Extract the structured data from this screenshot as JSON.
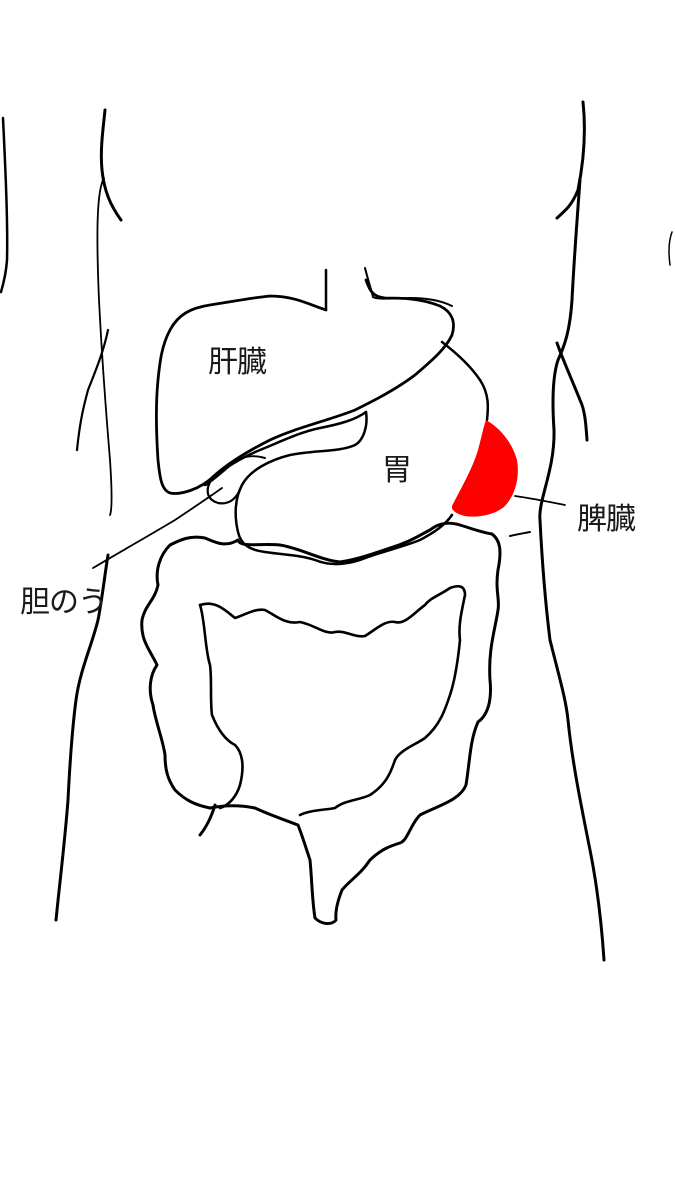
{
  "diagram": {
    "type": "anatomical line drawing",
    "subject": "abdominal organs (front view)",
    "highlight_color": "#ff0000",
    "line_color": "#000000",
    "highlighted_organ": "spleen"
  },
  "labels": {
    "liver": "肝臓",
    "stomach": "胃",
    "spleen": "脾臓",
    "gallbladder": "胆のう"
  }
}
